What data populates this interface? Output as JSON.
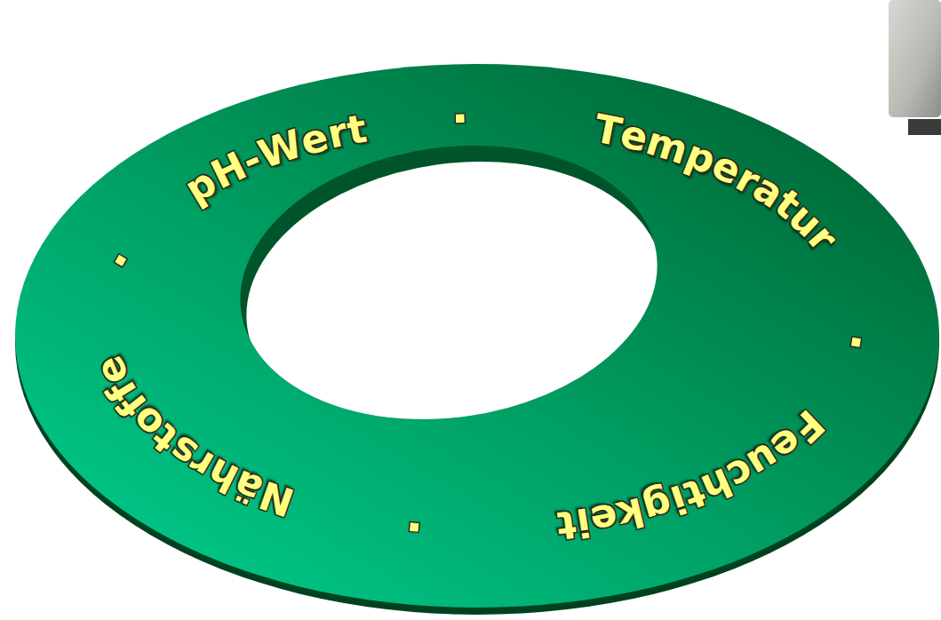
{
  "diagram": {
    "nodes": [
      {
        "text": [
          "pH-Wert",
          "Temperatur",
          "Feuchtigkeit",
          "Nährstoffe"
        ]
      }
    ]
  }
}
